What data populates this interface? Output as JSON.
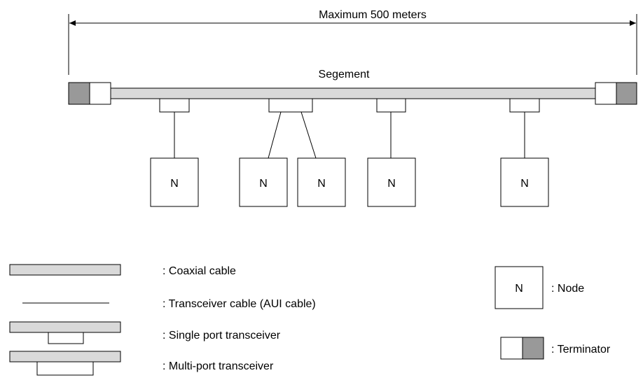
{
  "span_label": "Maximum 500 meters",
  "segment_label": "Segement",
  "node_letter": "N",
  "nodes": [
    {
      "label": "N"
    },
    {
      "label": "N"
    },
    {
      "label": "N"
    },
    {
      "label": "N"
    },
    {
      "label": "N"
    }
  ],
  "legend": {
    "coax": ": Coaxial cable",
    "aui": ": Transceiver cable (AUI cable)",
    "single": ": Single port transceiver",
    "multi": ": Multi-port transceiver",
    "node_symbol": "N",
    "node": ": Node",
    "terminator": ": Terminator"
  },
  "colors": {
    "coax_fill": "#d9d9d9",
    "terminator_dark": "#999999",
    "line": "#000000",
    "background": "#ffffff"
  }
}
